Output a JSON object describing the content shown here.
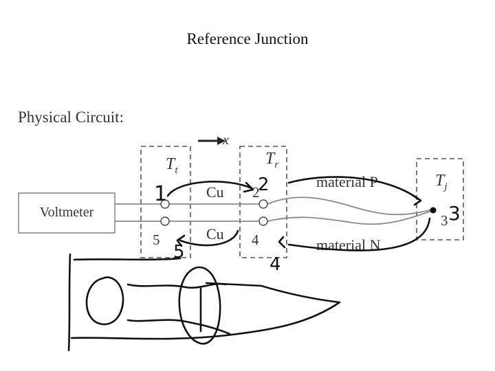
{
  "title": "Reference Junction",
  "section_heading": "Physical Circuit:",
  "voltmeter_label": "Voltmeter",
  "axis_label": "x",
  "temps": {
    "t": "T",
    "t_sub": "t",
    "r": "T",
    "r_sub": "r",
    "j": "T",
    "j_sub": "j"
  },
  "wires": {
    "cu_top": "Cu",
    "cu_bottom": "Cu",
    "mat_p": "material P",
    "mat_n": "material N"
  },
  "nodes": {
    "n2": "2",
    "n3": "3",
    "n4": "4",
    "n5": "5"
  },
  "handwriting": {
    "n1": "1",
    "n2": "2",
    "n3": "3",
    "n4": "4",
    "n5": "5"
  }
}
